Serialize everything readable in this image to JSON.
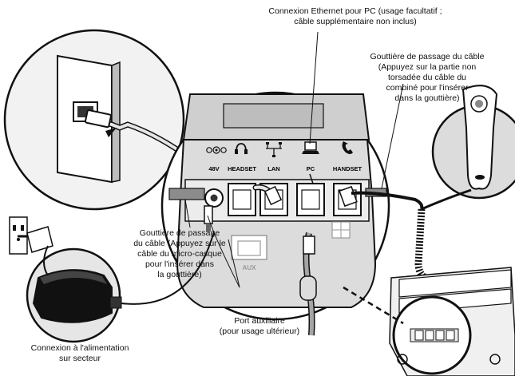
{
  "callouts": {
    "ethernet_pc": [
      "Connexion Ethernet pour PC (usage facultatif ;",
      "câble supplémentaire non inclus)"
    ],
    "handset_cable_channel": [
      "Gouttière de passage du câble",
      "(Appuyez sur la partie non",
      "torsadée du câble du",
      "combiné pour l'insérer",
      "dans la gouttière)"
    ],
    "headset_cable_channel": [
      "Gouttière de passage",
      "du câble (Appuyez sur le",
      "câble du micro-casque",
      "pour l'insérer dans",
      "la gouttière)"
    ],
    "aux_port": [
      "Port auxiliaire",
      "(pour usage ultérieur)"
    ],
    "power": [
      "Connexion à l'alimentation",
      "sur secteur"
    ]
  },
  "port_labels": {
    "power": "48V",
    "headset": "HEADSET",
    "lan": "LAN",
    "pc": "PC",
    "handset": "HANDSET",
    "aux": "AUX"
  },
  "icons": [
    "power-icon",
    "headset-icon",
    "lan-icon",
    "pc-icon",
    "handset-icon"
  ],
  "colors": {
    "line": "#111111",
    "device_gray": "#d9d9d9",
    "dark_gray": "#8c8c8c",
    "circle_bg": "#f2f2f2"
  }
}
